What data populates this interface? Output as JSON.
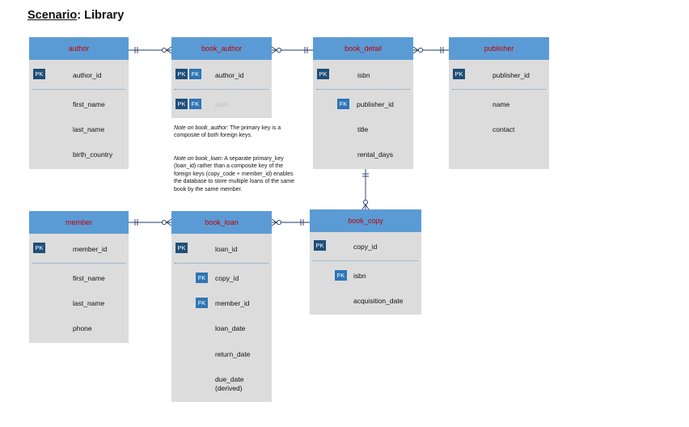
{
  "title": {
    "prefix": "Scenario",
    "rest": ": Library"
  },
  "entities": {
    "author": {
      "name": "author",
      "pk": "author_id",
      "fields": [
        "first_name",
        "last_name",
        "birth_country"
      ]
    },
    "book_author": {
      "name": "book_author",
      "pk_fk": "author_id",
      "pk_fk2": "isbn"
    },
    "book_detail": {
      "name": "book_detail",
      "pk": "isbn",
      "fk": "publisher_id",
      "fields": [
        "title",
        "rental_days"
      ]
    },
    "publisher": {
      "name": "publisher",
      "pk": "publisher_id",
      "fields": [
        "name",
        "contact"
      ]
    },
    "member": {
      "name": "member",
      "pk": "member_id",
      "fields": [
        "first_name",
        "last_name",
        "phone"
      ]
    },
    "book_loan": {
      "name": "book_loan",
      "pk": "loan_id",
      "fk1": "copy_id",
      "fk2": "member_id",
      "fields": [
        "loan_date",
        "return_date",
        "due_date",
        "(derived)"
      ]
    },
    "book_copy": {
      "name": "book_copy",
      "pk": "copy_id",
      "fk": "isbn",
      "fields": [
        "acquisition_date"
      ]
    }
  },
  "badges": {
    "pk": "PK",
    "fk": "FK"
  },
  "notes": {
    "book_author": {
      "label": "Note on book_author:",
      "text": " The primary key is a composite of both foreign keys."
    },
    "book_loan": {
      "label": "Note on book_loan:",
      "text": " A separate primary_key (loan_id) rather than a composite key of the foreign keys (copy_code + member_id) enables the database to store multiple loans of the same book by the same member."
    }
  },
  "colors": {
    "header": "#5b9bd5",
    "header_text": "#c00000",
    "pk": "#1f4e79",
    "fk": "#2e75b6",
    "body": "#dcdcdc",
    "line": "#1f3864"
  }
}
